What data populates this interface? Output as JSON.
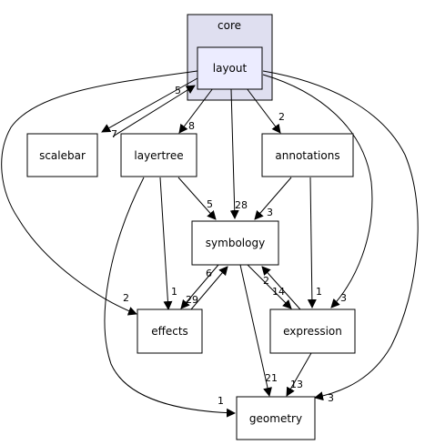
{
  "cluster": {
    "label": "core",
    "fill": "#dfdff0",
    "stroke": "#000000"
  },
  "colors": {
    "node_fill": "#ffffff",
    "highlight_fill": "#ececff",
    "stroke": "#000000"
  },
  "nodes": {
    "layout": "layout",
    "scalebar": "scalebar",
    "layertree": "layertree",
    "annotations": "annotations",
    "symbology": "symbology",
    "effects": "effects",
    "expression": "expression",
    "geometry": "geometry"
  },
  "edges": {
    "layout_scalebar": "7",
    "scalebar_layout": "5",
    "layout_layertree": "8",
    "layout_annotations": "2",
    "layout_symbology": "28",
    "layout_effects": "2",
    "layout_expression": "3",
    "layout_geometry": "3",
    "layertree_symbology": "5",
    "layertree_effects": "1",
    "layertree_geometry": "1",
    "annotations_symbology": "3",
    "annotations_expression": "1",
    "symbology_effects": "29",
    "effects_symbology": "6",
    "symbology_expression": "14",
    "expression_symbology": "2",
    "symbology_geometry": "21",
    "expression_geometry": "13"
  }
}
